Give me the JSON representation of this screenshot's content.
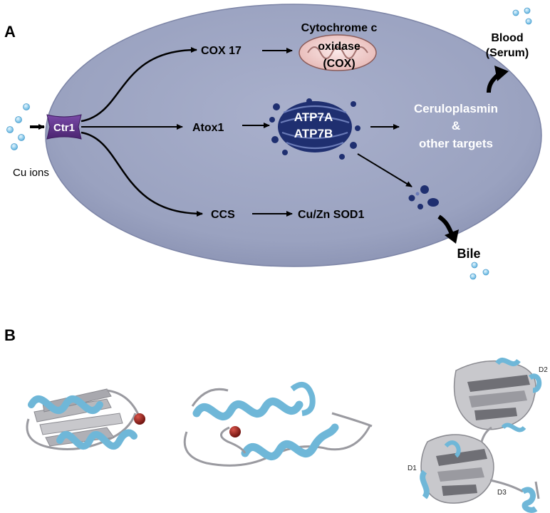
{
  "panels": {
    "a": "A",
    "b": "B"
  },
  "panel_a": {
    "ions_label": "Cu ions",
    "transporter": "Ctr1",
    "cox17": "COX 17",
    "cox_lines": [
      "Cytochrome c",
      "oxidase",
      "(COX)"
    ],
    "atox1": "Atox1",
    "atp7a": "ATP7A",
    "atp7b": "ATP7B",
    "cerulo_lines": [
      "Ceruloplasmin",
      "&",
      "other targets"
    ],
    "ccs": "CCS",
    "sod1": "Cu/Zn SOD1",
    "blood_lines": [
      "Blood",
      "(Serum)"
    ],
    "bile": "Bile"
  },
  "panel_b": {
    "domain_labels": [
      "D1",
      "D2",
      "D3"
    ]
  },
  "colors": {
    "cell_fill": "#9fa6c4",
    "transporter": "#5b3186",
    "golgi": "#1f2f70",
    "helix": "#6fb7d8",
    "sheet": "#b8b8bc",
    "metal": "#8c1c16",
    "ion": "#8fd0ee"
  }
}
